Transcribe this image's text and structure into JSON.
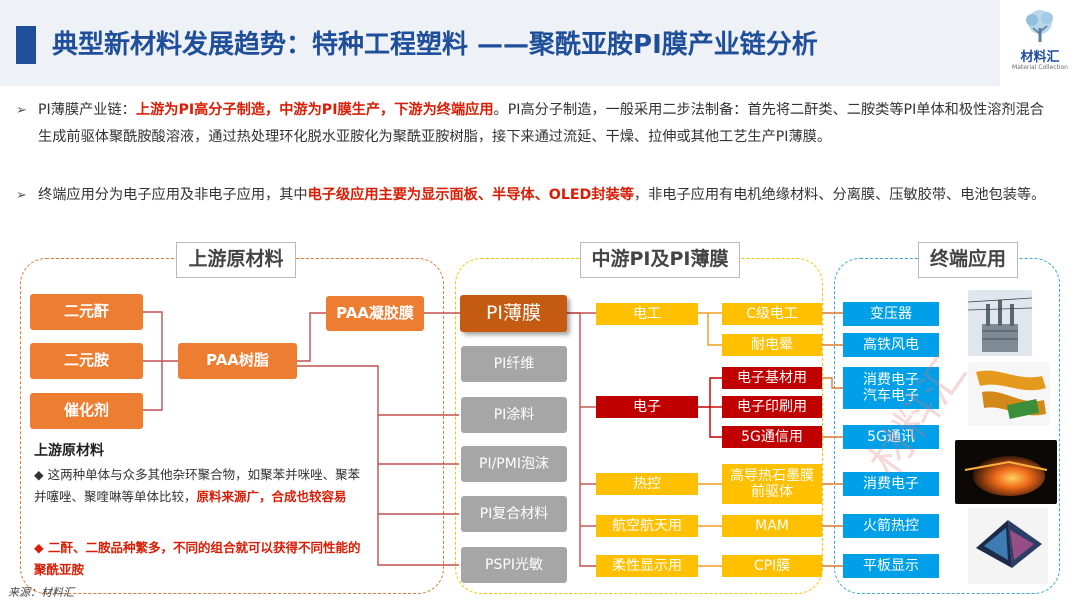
{
  "header": {
    "title": "典型新材料发展趋势：特种工程塑料 ——聚酰亚胺PI膜产业链分析",
    "logo_text": "材料汇",
    "logo_sub": "Material Collection"
  },
  "paragraphs": [
    {
      "bullet": "➢",
      "lead": "PI薄膜产业链：",
      "highlight": "上游为PI高分子制造，中游为PI膜生产，下游为终端应用",
      "rest": "。PI高分子制造，一般采用二步法制备：首先将二酐类、二胺类等PI单体和极性溶剂混合生成前驱体聚酰胺酸溶液，通过热处理环化脱水亚胺化为聚酰亚胺树脂，接下来通过流延、干燥、拉伸或其他工艺生产PI薄膜。"
    },
    {
      "bullet": "➢",
      "lead": "终端应用分为电子应用及非电子应用，其中",
      "highlight": "电子级应用主要为显示面板、半导体、OLED封装等",
      "rest": "，非电子应用有电机绝缘材料、分离膜、压敏胶带、电池包装等。"
    }
  ],
  "sections": {
    "upstream_title": "上游原材料",
    "midstream_title": "中游PI及PI薄膜",
    "terminal_title": "终端应用"
  },
  "upstream": {
    "raw": [
      "二元酐",
      "二元胺",
      "催化剂"
    ],
    "resin": "PAA树脂",
    "gel": "PAA凝胶膜"
  },
  "midstream": {
    "pi_film": "PI薄膜",
    "products": [
      "PI纤维",
      "PI涂料",
      "PI/PMI泡沫",
      "PI复合材料",
      "PSPI光敏"
    ]
  },
  "applications": {
    "electrical": "电工",
    "electronics": "电子",
    "thermal": "热控",
    "aerospace": "航空航天用",
    "flexible": "柔性显示用",
    "c_grade": "C级电工",
    "corona": "耐电晕",
    "substrate": "电子基材用",
    "printing": "电子印刷用",
    "g5": "5G通信用",
    "graphite": "高导热石墨膜前驱体",
    "mam": "MAM",
    "cpi": "CPI膜"
  },
  "terminal": {
    "transformer": "变压器",
    "railway": "高铁风电",
    "consumer_auto": "消费电子\n汽车电子",
    "g5_comm": "5G通讯",
    "consumer": "消费电子",
    "rocket": "火箭热控",
    "panel": "平板显示"
  },
  "upstream_note": {
    "title": "上游原材料",
    "item1_marker": "◆",
    "item1_text": "这两种单体与众多其他杂环聚合物，如聚苯并咪唑、聚苯并噻唑、聚喹啉等单体比较，",
    "item1_red": "原料来源广，合成也较容易",
    "item2_marker": "◆",
    "item2_text": "二酐、二胺品种繁多，不同的组合就可以获得不同性能的聚酰亚胺"
  },
  "source": "来源：材料汇",
  "watermark": "材料汇",
  "colors": {
    "title_blue": "#1f4e9b",
    "orange": "#ed7d31",
    "dark_orange": "#c55a11",
    "gray": "#a6a6a6",
    "yellow": "#ffc000",
    "red": "#c00000",
    "blue": "#00a0e9",
    "highlight_red": "#d81e06"
  },
  "images": [
    "transformer-photo",
    "flexible-circuit-photo",
    "rocket-heat-photo",
    "folding-display-photo"
  ]
}
